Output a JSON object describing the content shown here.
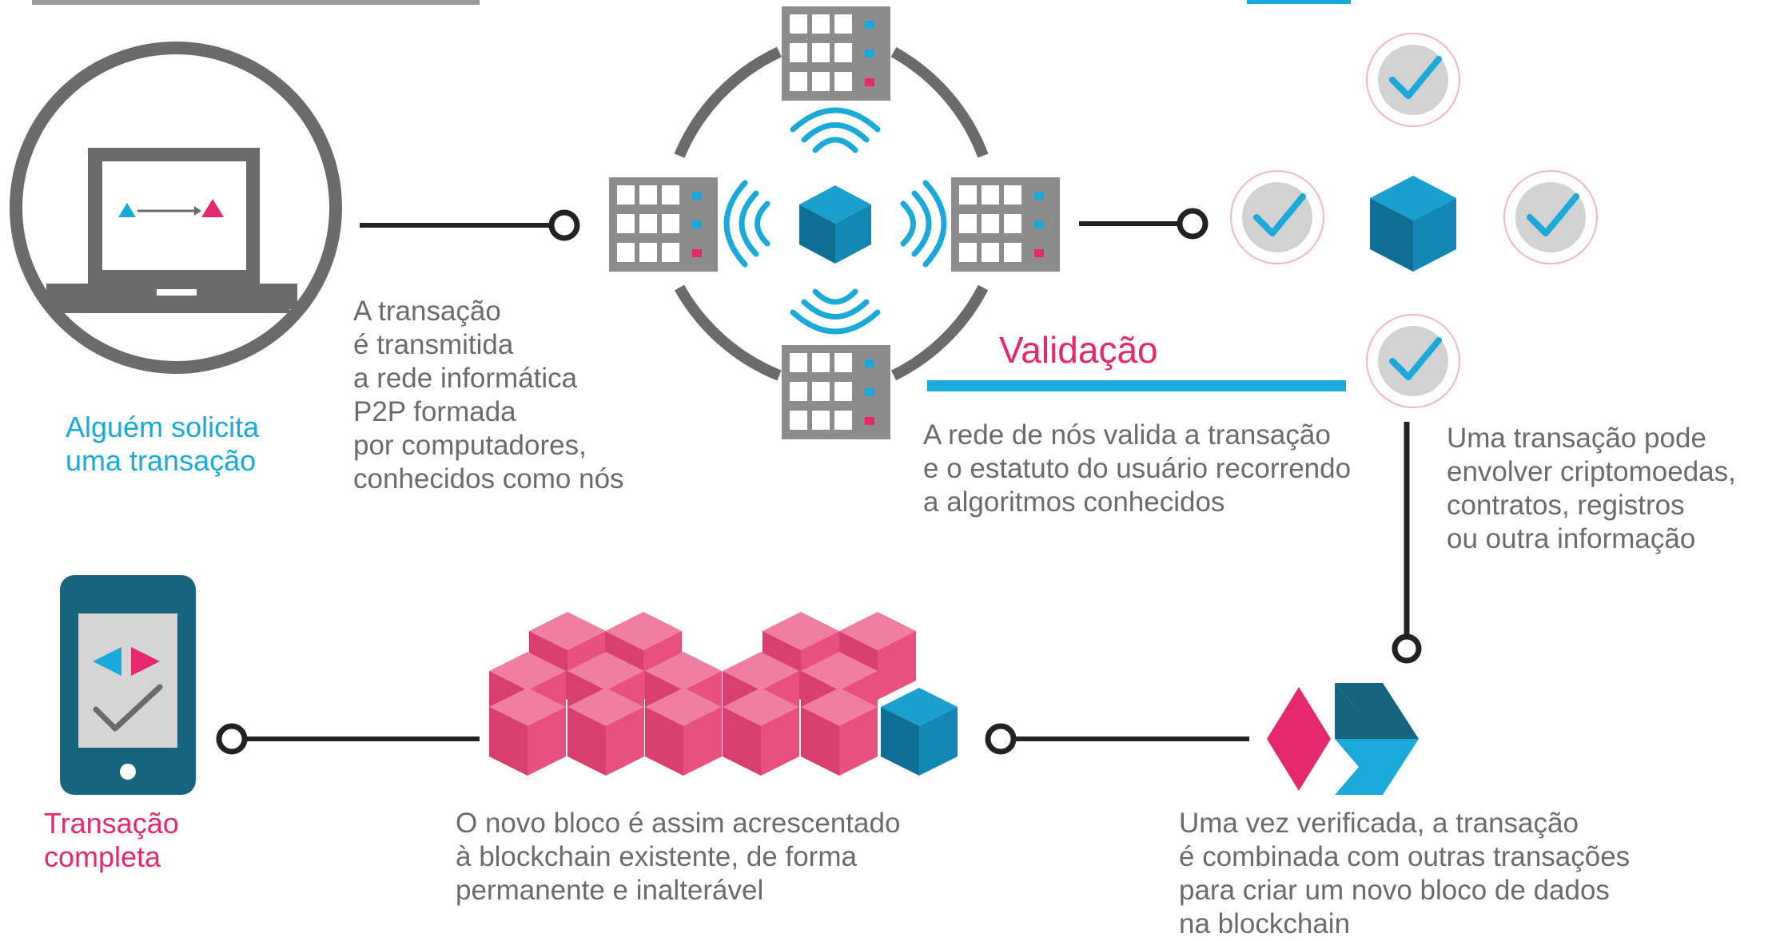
{
  "texts": {
    "alguem": "Alguém solicita\numa transação",
    "transmitida": "A transação\né transmitida\na rede informática\nP2P formada\npor computadores,\nconhecidos como nós",
    "validacao_title": "Validação",
    "validacao_desc": "A rede de nós valida a transação\ne o estatuto do usuário recorrendo\na algoritmos conhecidos",
    "envolver": "Uma transação pode\nenvolver criptomoedas,\ncontratos, registros\nou outra informação",
    "completa": "Transação\ncompleta",
    "novo_bloco": "O novo bloco é assim acrescentado\nà blockchain existente, de forma\npermanente e inalterável",
    "combinada": "Uma vez verificada, a transação\né combinada com outras transações\npara criar um novo bloco de dados\nna blockchain"
  },
  "icons": {
    "laptop": "laptop-icon",
    "server": "server-icon",
    "cube": "cube-icon",
    "wifi": "wifi-signal-icon",
    "check": "check-badge-icon",
    "phone": "smartphone-icon",
    "block_chain": "block-chain-icon",
    "combine": "combine-arrows-icon"
  },
  "colors": {
    "blue": "#1aa9d8",
    "pink": "#e6286f",
    "gray": "#6b6b6b",
    "dark_line": "#222222",
    "cube_top": "#1a9fcf",
    "cube_left": "#0e6e93",
    "cube_right": "#1487b5",
    "block_pink": "#e8517f"
  }
}
